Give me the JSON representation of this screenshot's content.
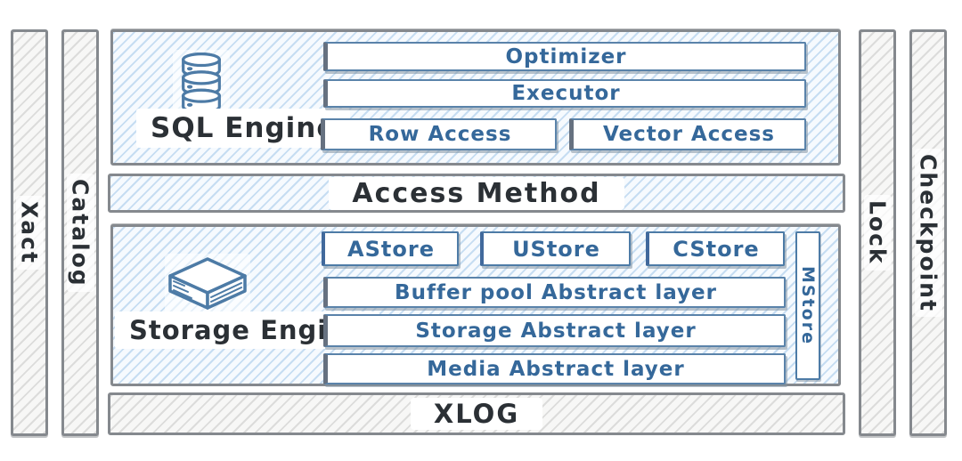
{
  "colors": {
    "blue_text": "#35689a",
    "dark_text": "#2b3035",
    "blue_border": "#4d7ba6",
    "gray_border": "#85898e",
    "blue_hatch": "#c6ddf2",
    "gray_hatch": "#dcdcdb"
  },
  "bars": {
    "xact": "Xact",
    "catalog": "Catalog",
    "lock": "Lock",
    "checkpoint": "Checkpoint"
  },
  "sql_engine": {
    "label": "SQL Engine",
    "icon": "database-icon",
    "optimizer": "Optimizer",
    "executor": "Executor",
    "row_access": "Row Access",
    "vector_access": "Vector Access"
  },
  "access_method": {
    "label": "Access Method"
  },
  "storage_engine": {
    "label": "Storage Engine",
    "icon": "storage-stack-icon",
    "astore": "AStore",
    "ustore": "UStore",
    "cstore": "CStore",
    "mstore": "MStore",
    "buffer_pool_layer": "Buffer pool Abstract layer",
    "storage_layer": "Storage Abstract layer",
    "media_layer": "Media Abstract layer"
  },
  "xlog": {
    "label": "XLOG"
  }
}
